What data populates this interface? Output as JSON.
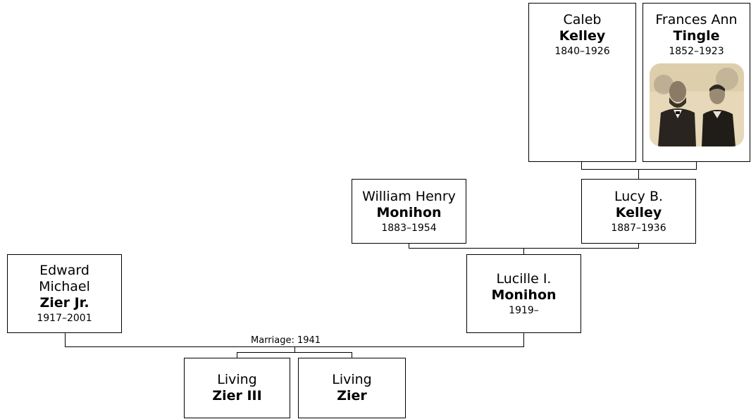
{
  "people": {
    "caleb": {
      "given": "Caleb",
      "surname": "Kelley",
      "years": "1840–1926"
    },
    "frances": {
      "given": "Frances Ann",
      "surname": "Tingle",
      "years": "1852–1923",
      "photo": "portrait-photo"
    },
    "william": {
      "given": "William Henry",
      "surname": "Monihon",
      "years": "1883–1954"
    },
    "lucy": {
      "given": "Lucy B.",
      "surname": "Kelley",
      "years": "1887–1936"
    },
    "edward": {
      "given_line1": "Edward",
      "given_line2": "Michael",
      "surname": "Zier Jr.",
      "years": "1917–2001"
    },
    "lucille": {
      "given": "Lucille I.",
      "surname": "Monihon",
      "years": "1919–"
    },
    "child1": {
      "given": "Living",
      "surname": "Zier III"
    },
    "child2": {
      "given": "Living",
      "surname": "Zier"
    }
  },
  "marriage": {
    "label": "Marriage: 1941"
  }
}
